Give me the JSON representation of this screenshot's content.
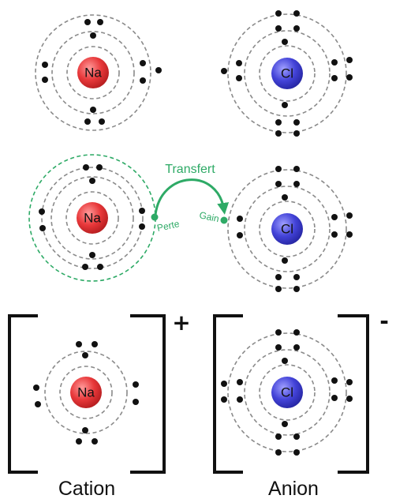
{
  "colors": {
    "sodium": "#e8383a",
    "chlorine": "#4343d8",
    "transfer": "#2eaa66",
    "shell": "#8a8a8a",
    "electron": "#111111"
  },
  "atoms": {
    "na_top": {
      "symbol": "Na"
    },
    "cl_top": {
      "symbol": "Cl"
    },
    "na_mid": {
      "symbol": "Na"
    },
    "cl_mid": {
      "symbol": "Cl"
    },
    "na_ion": {
      "symbol": "Na"
    },
    "cl_ion": {
      "symbol": "Cl"
    }
  },
  "transfer": {
    "title": "Transfert",
    "loss_label": "Perte",
    "gain_label": "Gain"
  },
  "ions": {
    "cation": {
      "charge": "+",
      "caption": "Cation"
    },
    "anion": {
      "charge": "-",
      "caption": "Anion"
    }
  }
}
